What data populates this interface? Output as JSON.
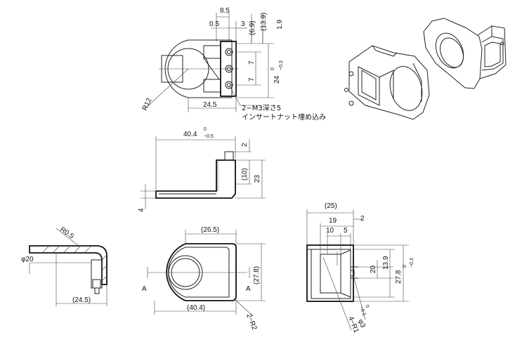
{
  "top_view": {
    "d_8_5": "8.5",
    "d_0_5": "0.5",
    "d_3": "3",
    "d_6_9": "(6.9)",
    "d_13_9": "(13.9)",
    "d_1_9": "1.9",
    "d_7a": "7",
    "d_7b": "7",
    "d_24": "24",
    "tol_24_upper": "0",
    "tol_24_lower": "−0.3",
    "d_r12": "R12",
    "d_24_5": "24.5",
    "note_line1": "2−M3深さ5",
    "note_line2": "インサートナット埋め込み"
  },
  "side_view": {
    "d_40_4": "40.4",
    "tol_upper": "0",
    "tol_lower": "−0.5",
    "d_2": "2",
    "d_10": "(10)",
    "d_23": "23",
    "d_4": "4"
  },
  "section_view": {
    "d_r0_5": "R0.5",
    "d_phi20": "φ20",
    "d_24_5": "(24.5)"
  },
  "front_view": {
    "d_26_5": "(26.5)",
    "label_a_left": "A",
    "label_a_right": "A",
    "d_27_8": "(27.8)",
    "d_40_4": "(40.4)",
    "d_2_r2": "2−R2"
  },
  "end_view": {
    "d_25": "(25)",
    "d_19": "19",
    "d_2": "2",
    "d_10": "10",
    "d_5": "5",
    "d_20": "20",
    "d_13_9": "13.9",
    "d_27_8": "27.8",
    "tol_27_8_upper": "0",
    "tol_27_8_lower": "−0.3",
    "d_4_r1": "4−R1",
    "d_phi3": "φ3",
    "tol_phi3_upper": "0",
    "tol_phi3_lower": "−0.1"
  }
}
